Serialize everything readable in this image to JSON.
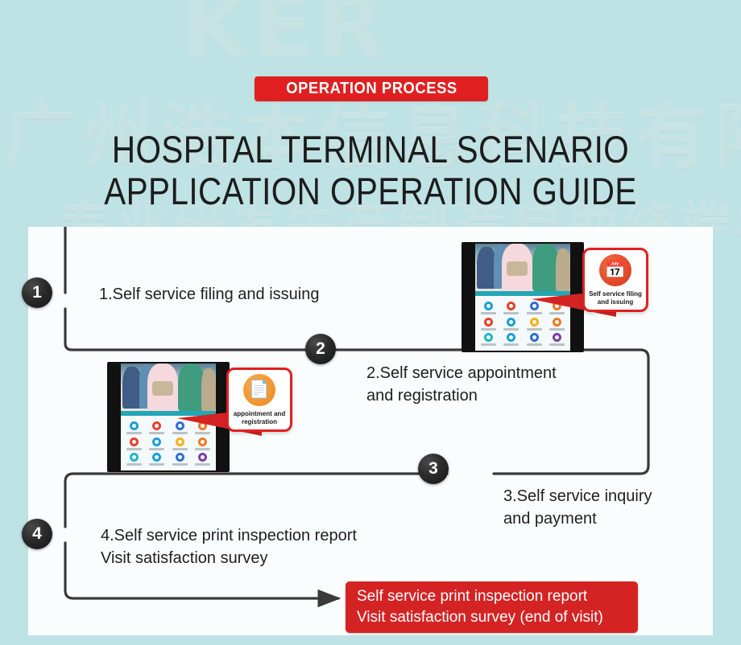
{
  "theme": {
    "bg": "#bfe2e4",
    "panel_bg": "#fafdfd",
    "accent_red": "#e02020",
    "banner_red": "#d42323",
    "node_dark": "#141414",
    "title_color": "#1c1c1c"
  },
  "watermark": {
    "logo_text": "KER",
    "line1": "广州浩本信息科技有限公司",
    "line2": "专业研发生产制造自助终端机"
  },
  "header": {
    "badge_label": "OPERATION PROCESS",
    "title_line1": "HOSPITAL TERMINAL SCENARIO",
    "title_line2": "APPLICATION OPERATION GUIDE"
  },
  "flow": {
    "steps": [
      {
        "number": "1",
        "label": "1.Self service filing and issuing"
      },
      {
        "number": "2",
        "label": "2.Self service appointment\nand registration"
      },
      {
        "number": "3",
        "label": "3.Self service inquiry\nand payment"
      },
      {
        "number": "4",
        "label": "4.Self service print inspection report\nVisit satisfaction survey"
      }
    ],
    "final_banner": "Self service print inspection report\nVisit satisfaction survey (end of visit)"
  },
  "kiosks": [
    {
      "id": "kiosk-filing",
      "callout_label": "Self service filing\nand issuing",
      "callout_icon": "calendar-clock-icon",
      "callout_glyph": "📅"
    },
    {
      "id": "kiosk-appointment",
      "callout_label": "appointment and\nregistration",
      "callout_icon": "document-icon",
      "callout_glyph": "📄"
    }
  ],
  "kiosk_grid": {
    "rows": 3,
    "cols": 4,
    "icon_colors": [
      "#1a9fd6",
      "#e8402a",
      "#2f6fd0",
      "#f07820",
      "#e8402a",
      "#1a9fd6",
      "#f5b013",
      "#f07820",
      "#22b5c8",
      "#1a9fd6",
      "#2f6fd0",
      "#7b3fa0"
    ]
  }
}
